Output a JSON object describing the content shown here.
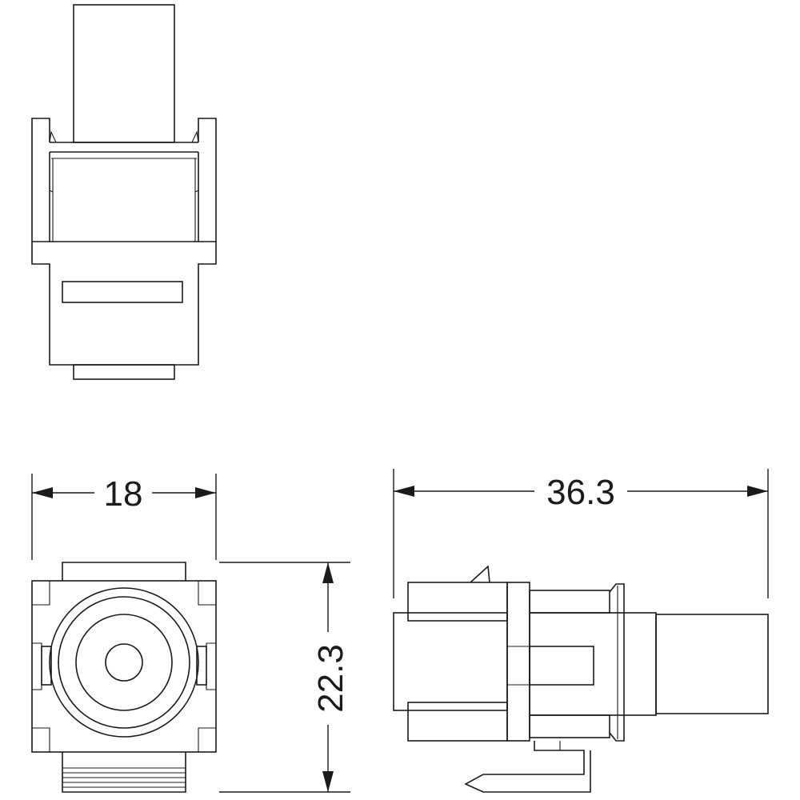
{
  "dimensions": {
    "width": "18",
    "length": "36.3",
    "height": "22.3"
  },
  "colors": {
    "line": "#1a1a1a",
    "background": "#ffffff"
  }
}
